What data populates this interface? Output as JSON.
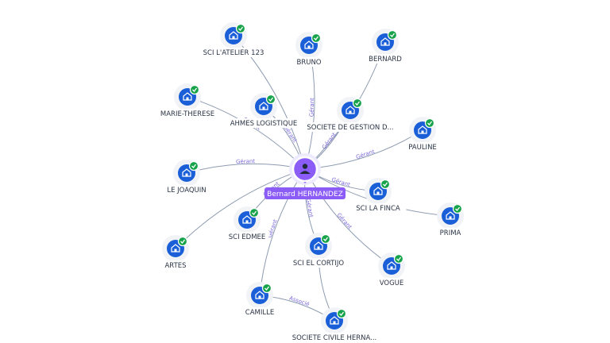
{
  "center": {
    "label": "Bernard HERNANDEZ",
    "icon": "person-icon"
  },
  "colors": {
    "center": "#8b5cf6",
    "company": "#1a5fd8",
    "check": "#16a34a",
    "edge": "#8d9bb1",
    "edge_label": "#7a68d9"
  },
  "nodes": [
    {
      "id": "sci-latelier",
      "label": "SCI L'ATELIER 123"
    },
    {
      "id": "bruno",
      "label": "BRUNO"
    },
    {
      "id": "bernard",
      "label": "BERNARD"
    },
    {
      "id": "marie-therese",
      "label": "MARIE-THERESE"
    },
    {
      "id": "ahmes",
      "label": "AHMES LOGISTIQUE"
    },
    {
      "id": "societe-gestion",
      "label": "SOCIETE DE GESTION D..."
    },
    {
      "id": "pauline",
      "label": "PAULINE"
    },
    {
      "id": "le-joaquin",
      "label": "LE JOAQUIN"
    },
    {
      "id": "sci-la-finca",
      "label": "SCI LA FINCA"
    },
    {
      "id": "prima",
      "label": "PRIMA"
    },
    {
      "id": "sci-edmee",
      "label": "SCI EDMEE"
    },
    {
      "id": "artes",
      "label": "ARTES"
    },
    {
      "id": "sci-el-cortijo",
      "label": "SCI EL CORTIJO"
    },
    {
      "id": "vogue",
      "label": "VOGUE"
    },
    {
      "id": "camille",
      "label": "CAMILLE"
    },
    {
      "id": "societe-civile",
      "label": "SOCIETE CIVILE HERNA..."
    }
  ],
  "edges": [
    {
      "from": "center",
      "to": "sci-latelier",
      "label": ""
    },
    {
      "from": "center",
      "to": "bruno",
      "label": "Gérant"
    },
    {
      "from": "center",
      "to": "bernard",
      "label": ""
    },
    {
      "from": "center",
      "to": "marie-therese",
      "label": "Gérant"
    },
    {
      "from": "center",
      "to": "ahmes",
      "label": "Gérant"
    },
    {
      "from": "center",
      "to": "societe-gestion",
      "label": "Gérant"
    },
    {
      "from": "center",
      "to": "pauline",
      "label": "Gérant"
    },
    {
      "from": "center",
      "to": "le-joaquin",
      "label": "Gérant"
    },
    {
      "from": "center",
      "to": "sci-la-finca",
      "label": "Gérant"
    },
    {
      "from": "center",
      "to": "prima",
      "label": ""
    },
    {
      "from": "center",
      "to": "sci-edmee",
      "label": "Gérant"
    },
    {
      "from": "center",
      "to": "artes",
      "label": ""
    },
    {
      "from": "center",
      "to": "sci-el-cortijo",
      "label": "Gérant"
    },
    {
      "from": "center",
      "to": "vogue",
      "label": "Gérant"
    },
    {
      "from": "center",
      "to": "camille",
      "label": "Gérant"
    },
    {
      "from": "sci-el-cortijo",
      "to": "societe-civile",
      "label": ""
    },
    {
      "from": "societe-civile",
      "to": "camille",
      "label": "Associé"
    }
  ]
}
